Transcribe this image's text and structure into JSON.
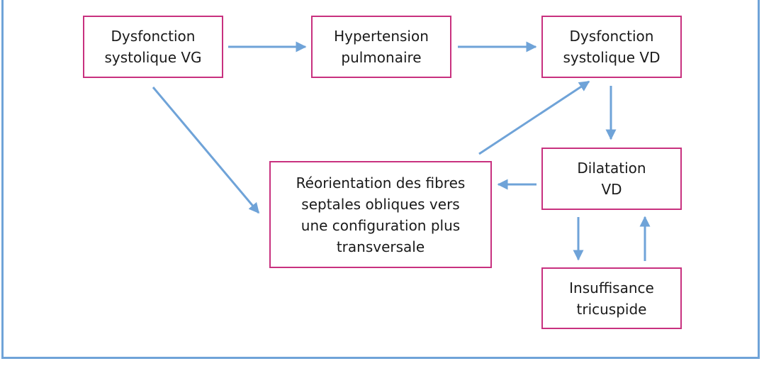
{
  "boxes": {
    "vg": {
      "line1": "Dysfonction",
      "line2": "systolique VG"
    },
    "htp": {
      "line1": "Hypertension",
      "line2": "pulmonaire"
    },
    "vd": {
      "line1": "Dysfonction",
      "line2": "systolique VD"
    },
    "dil": {
      "line1": "Dilatation",
      "line2": "VD"
    },
    "reo": {
      "line1": "Réorientation des fibres",
      "line2": "septales obliques vers",
      "line3": "une configuration plus",
      "line4": "transversale"
    },
    "it": {
      "line1": "Insuffisance",
      "line2": "tricuspide"
    }
  },
  "colors": {
    "box_border": "#c8317f",
    "arrow": "#6fa3d8",
    "frame": "#6fa3d8",
    "text": "#1a1a1a"
  }
}
